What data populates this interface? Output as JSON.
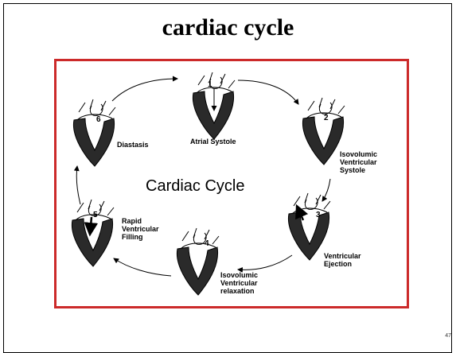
{
  "slide": {
    "title": "cardiac cycle",
    "page_number": "47"
  },
  "diagram": {
    "center_title": "Cardiac Cycle",
    "stages": [
      {
        "number": "1",
        "label_lines": [
          "Atrial Systole"
        ]
      },
      {
        "number": "2",
        "label_lines": [
          "Isovolumic",
          "Ventricular",
          "Systole"
        ]
      },
      {
        "number": "3",
        "label_lines": [
          "Ventricular",
          "Ejection"
        ]
      },
      {
        "number": "4",
        "label_lines": [
          "Isovolumic",
          "Ventricular",
          "relaxation"
        ]
      },
      {
        "number": "5",
        "label_lines": [
          "Rapid",
          "Ventricular",
          "Filling"
        ]
      },
      {
        "number": "6",
        "label_lines": [
          "Diastasis"
        ]
      }
    ],
    "colors": {
      "frame_border": "#cc2a2a",
      "ventricle_fill": "#2a2a2a",
      "ink": "#000000"
    }
  }
}
